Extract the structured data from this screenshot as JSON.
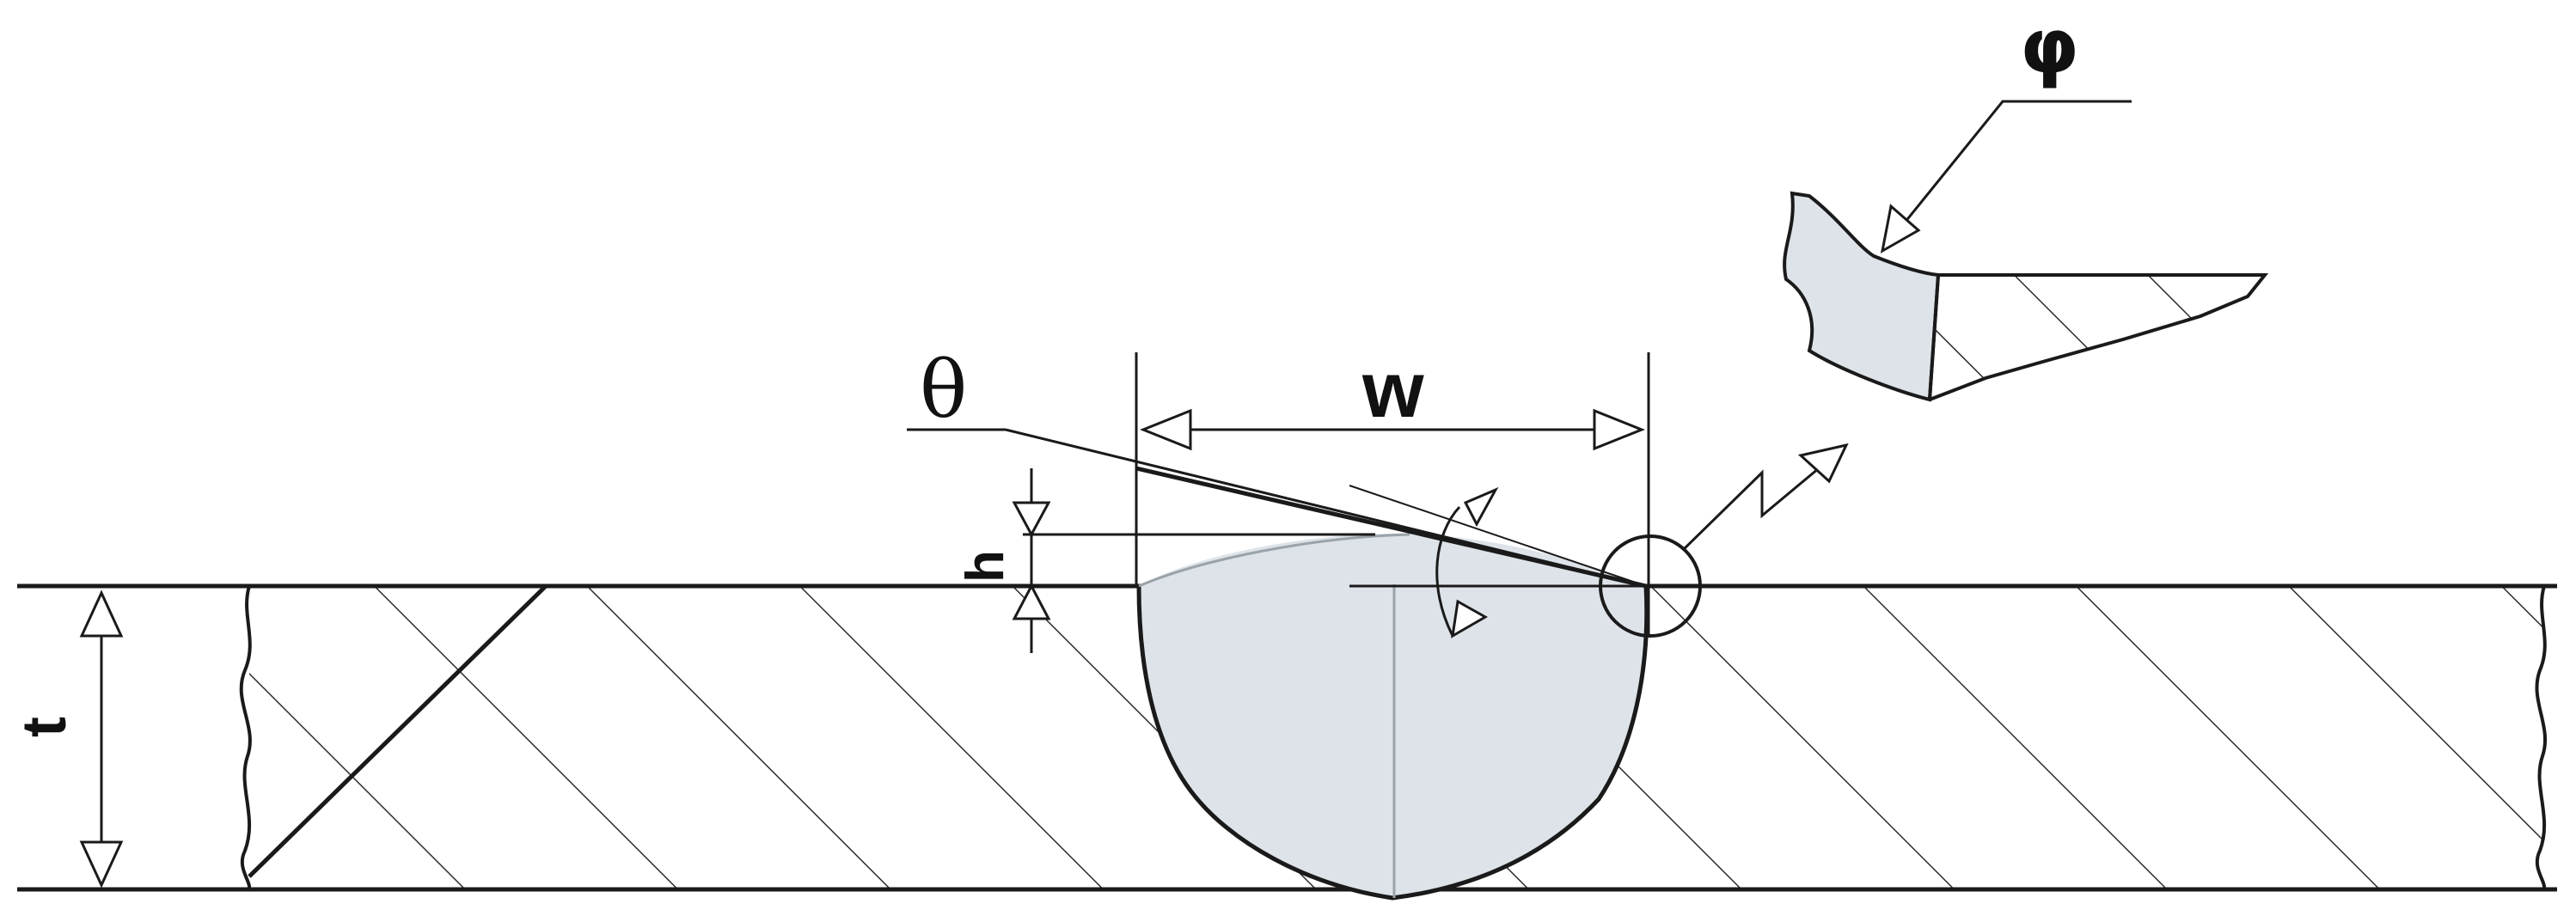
{
  "labels": {
    "width": "w",
    "contact_angle": "θ",
    "height": "h",
    "thickness": "t",
    "detail_angle": "φ"
  },
  "colors": {
    "line": "#1a1a1a",
    "weld_fill": "#dde3e8",
    "hatch": "#2a2a2a",
    "background": "#ffffff"
  }
}
